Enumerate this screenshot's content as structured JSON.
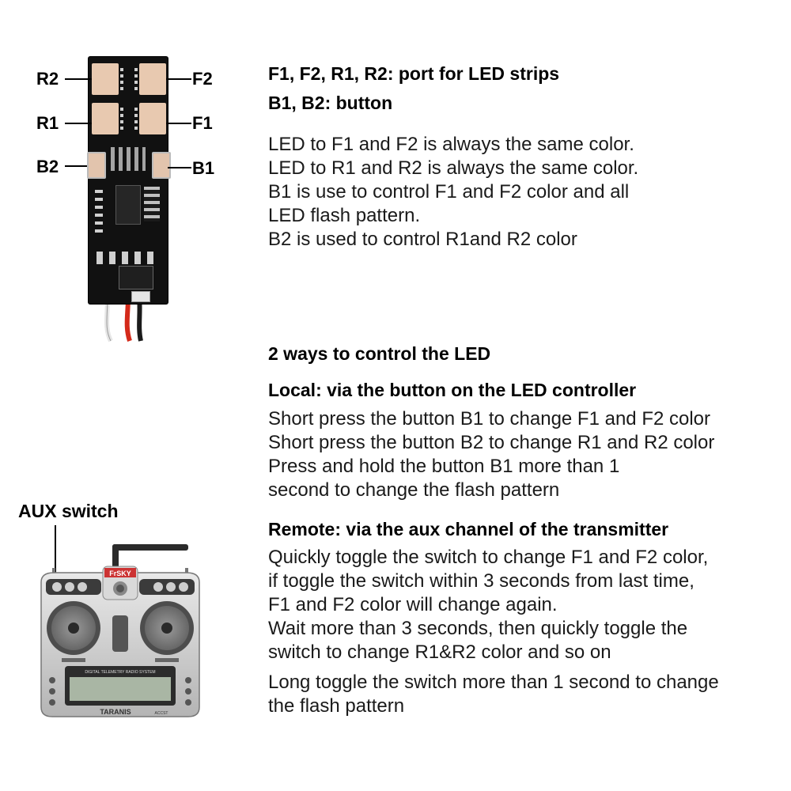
{
  "board": {
    "labels": {
      "r2": "R2",
      "f2": "F2",
      "r1": "R1",
      "f1": "F1",
      "b2": "B2",
      "b1": "B1"
    }
  },
  "info": {
    "ports_heading": "F1, F2, R1, R2: port for LED strips",
    "button_heading": "B1, B2: button",
    "desc_lines": [
      "LED to F1 and F2 is always the same color.",
      "LED to R1 and R2 is always the same color.",
      "B1 is use to control F1 and F2 color and all",
      "LED flash pattern.",
      "B2 is used to control R1and R2 color"
    ]
  },
  "control": {
    "title": "2 ways to control the LED",
    "local": {
      "heading": "Local: via the button on the LED controller",
      "lines": [
        "Short press the button B1 to change F1 and F2 color",
        "Short press the button B2 to change R1 and R2 color",
        "Press and hold the button B1 more than 1",
        "second to change the flash pattern"
      ]
    },
    "remote": {
      "heading": "Remote: via the aux channel of the transmitter",
      "lines": [
        "Quickly toggle the switch to change F1 and F2 color,",
        "if toggle the switch within 3 seconds from last time,",
        "F1 and F2 color will change again.",
        "Wait more than 3 seconds, then quickly toggle the",
        "switch to change R1&R2 color and so on"
      ],
      "long_lines": [
        "Long toggle the switch more than 1 second to change",
        "the flash pattern"
      ]
    }
  },
  "transmitter": {
    "aux_label": "AUX switch",
    "brand": "FrSKY",
    "model": "TARANIS",
    "lcd_caption": "DIGITAL TELEMETRY RADIO SYSTEM",
    "badge": "ACCST"
  }
}
